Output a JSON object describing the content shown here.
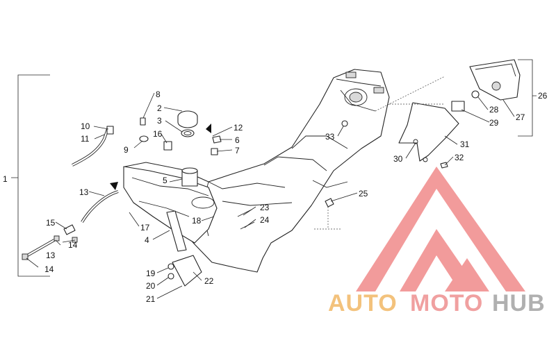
{
  "callouts": [
    "1",
    "2",
    "3",
    "4",
    "5",
    "6",
    "7",
    "8",
    "9",
    "10",
    "11",
    "12",
    "13",
    "13",
    "14",
    "14",
    "15",
    "16",
    "17",
    "18",
    "19",
    "20",
    "21",
    "22",
    "23",
    "24",
    "25",
    "26",
    "27",
    "28",
    "29",
    "30",
    "31",
    "32",
    "33"
  ],
  "watermark": {
    "part1": "AUTO",
    "part2": "MOTO",
    "part3": "HUB",
    "colors": {
      "auto": "#f3c27c",
      "moto": "#f0a0a0",
      "hub": "#b0b0b0",
      "logo": "#f08a8a"
    }
  }
}
